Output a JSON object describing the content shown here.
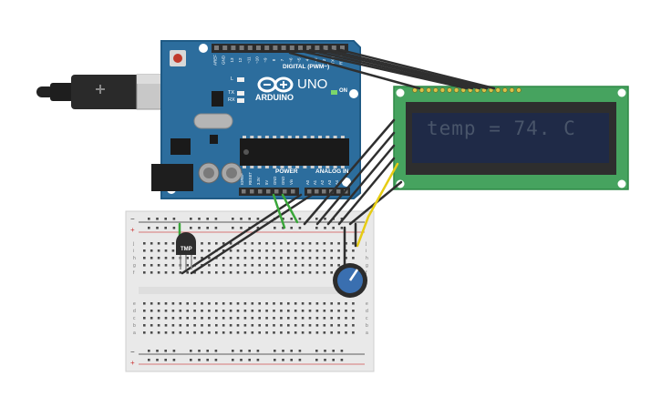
{
  "arduino": {
    "brand": "ARDUINO",
    "model": "UNO",
    "digital_header": "DIGITAL (PWM~)",
    "on_label": "ON",
    "power_label": "POWER",
    "analog_label": "ANALOG IN",
    "led_l": "L",
    "led_tx": "TX",
    "led_rx": "RX",
    "digital_pins": [
      "AREF",
      "GND",
      "13",
      "12",
      "~11",
      "~10",
      "~9",
      "8",
      "7",
      "~6",
      "~5",
      "4",
      "~3",
      "2",
      "TX 1",
      "RX 0"
    ],
    "power_pins": [
      "IOREF",
      "RESET",
      "3.3V",
      "5V",
      "GND",
      "GND",
      "Vin"
    ],
    "analog_pins": [
      "A0",
      "A1",
      "A2",
      "A3",
      "A4",
      "A5"
    ],
    "colors": {
      "board": "#2c6d9d",
      "board_dark": "#1f5a85",
      "header": "#2b2b2b"
    }
  },
  "lcd": {
    "display_text": "temp = 74. C",
    "colors": {
      "pcb": "#46a35f",
      "bezel": "#2e2e2e",
      "screen": "#1f2a47",
      "text": "#49556a"
    }
  },
  "sensor": {
    "label": "TMP"
  },
  "breadboard": {
    "rail_plus": "+",
    "rail_minus": "−",
    "row_letters_top": [
      "j",
      "i",
      "h",
      "g",
      "f"
    ],
    "row_letters_bottom": [
      "e",
      "d",
      "c",
      "b",
      "a"
    ]
  },
  "wire_colors": {
    "black": "#2f2f2f",
    "green": "#3aa73a",
    "yellow": "#e6cc14"
  }
}
